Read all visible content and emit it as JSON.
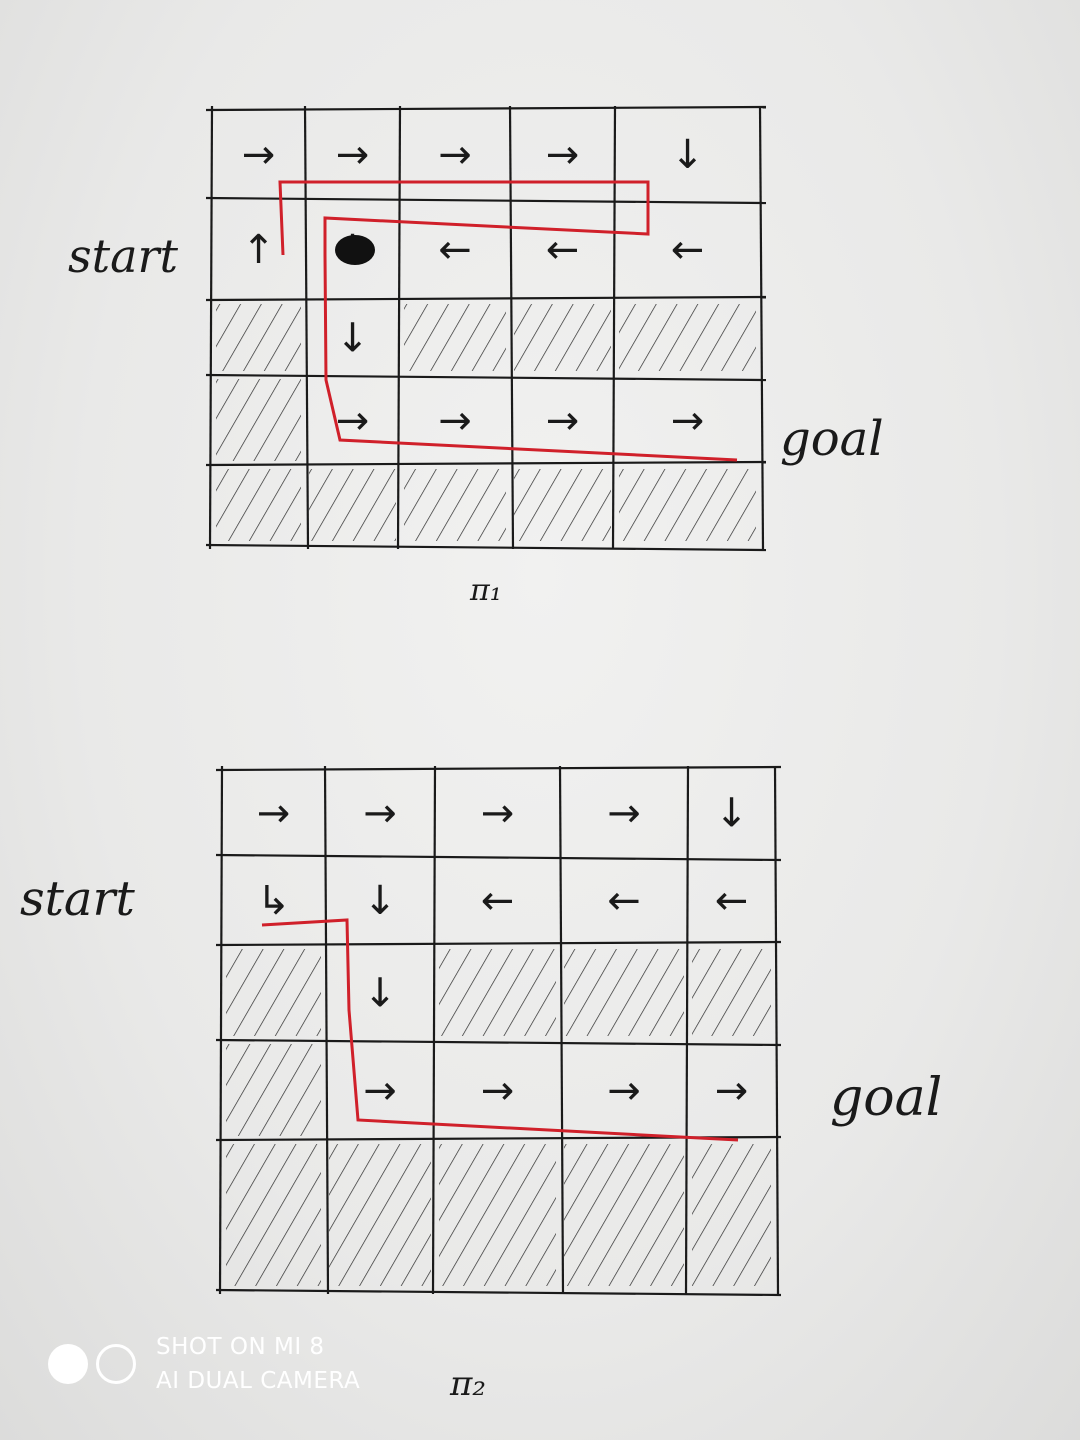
{
  "grid1": {
    "start_label": "start",
    "goal_label": "goal",
    "caption": "π₁",
    "arrows": [
      [
        "→",
        "→",
        "→",
        "→",
        "↓"
      ],
      [
        "↑",
        "↓",
        "←",
        "←",
        "←"
      ],
      [
        "",
        "↓",
        "",
        "",
        ""
      ],
      [
        "",
        "→",
        "→",
        "→",
        "→"
      ],
      [
        "",
        "",
        "",
        "",
        ""
      ]
    ],
    "hatched": [
      [
        false,
        false,
        false,
        false,
        false
      ],
      [
        false,
        false,
        false,
        false,
        false
      ],
      [
        true,
        false,
        true,
        true,
        true
      ],
      [
        true,
        false,
        false,
        false,
        false
      ],
      [
        true,
        true,
        true,
        true,
        true
      ]
    ]
  },
  "grid2": {
    "start_label": "start",
    "goal_label": "goal",
    "caption": "π₂",
    "arrows": [
      [
        "→",
        "→",
        "→",
        "→",
        "↓"
      ],
      [
        "↳",
        "↓",
        "←",
        "←",
        "←"
      ],
      [
        "",
        "↓",
        "",
        "",
        ""
      ],
      [
        "",
        "→",
        "→",
        "→",
        "→"
      ],
      [
        "",
        "",
        "",
        "",
        ""
      ]
    ],
    "hatched": [
      [
        false,
        false,
        false,
        false,
        false
      ],
      [
        false,
        false,
        false,
        false,
        false
      ],
      [
        true,
        false,
        true,
        true,
        true
      ],
      [
        true,
        false,
        false,
        false,
        false
      ],
      [
        true,
        true,
        true,
        true,
        true
      ]
    ]
  },
  "watermark": {
    "line1": "SHOT ON MI 8",
    "line2": "AI DUAL CAMERA"
  },
  "colors": {
    "ink": "#1a1a1a",
    "path": "#d0202a",
    "watermark": "#ffffff"
  }
}
